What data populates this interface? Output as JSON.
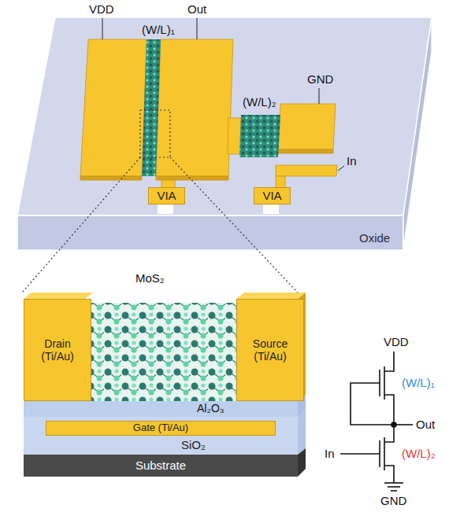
{
  "diagram": {
    "nodes": [
      {
        "text": [
          "Oxide"
        ]
      },
      {
        "text": [
          "VIA"
        ],
        "in": 0
      },
      {
        "text": [
          "VIA"
        ],
        "in": 0
      },
      {
        "text": [
          "Drain (Ti/Au)"
        ]
      },
      {
        "text": [
          "Source (Ti/Au)"
        ]
      },
      {
        "text": [
          "SiO₂"
        ]
      },
      {
        "text": [
          "Gate (Ti/Au)"
        ],
        "in": 5
      },
      {
        "text": [
          "Substrate"
        ]
      }
    ],
    "labels": [
      "VDD",
      "Out",
      "(W/L)₁",
      "(W/L)₂",
      "GND",
      "In",
      "MoS₂",
      "Al₂O₃",
      "VDD",
      "(W/L)₁",
      "Out",
      "In",
      "(W/L)₂",
      "GND"
    ]
  }
}
